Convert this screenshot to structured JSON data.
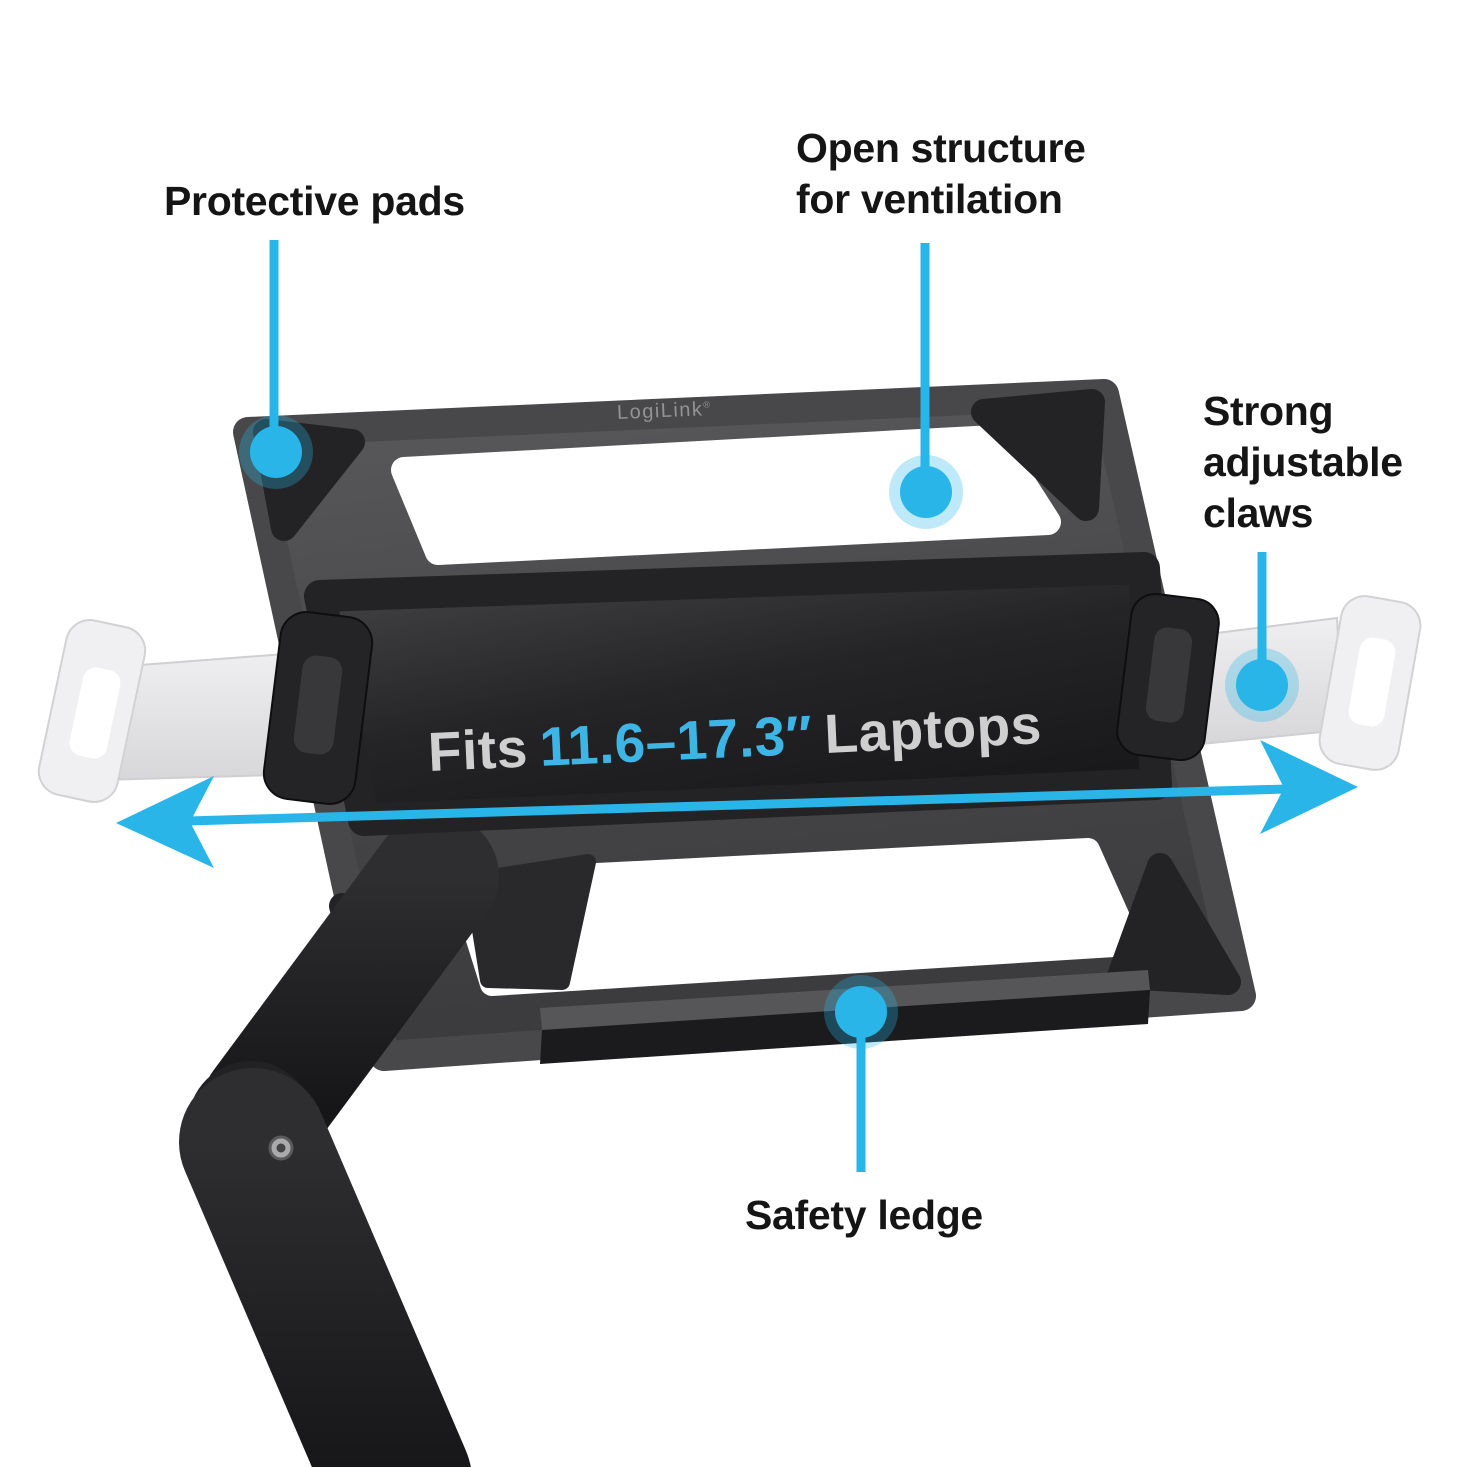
{
  "product": {
    "brand": "LogiLink",
    "brand_reg": "®",
    "fit_prefix": "Fits",
    "fit_range": "11.6–17.3″",
    "fit_suffix": "Laptops"
  },
  "callouts": {
    "protective_pads": "Protective pads",
    "open_structure": "Open structure\nfor ventilation",
    "strong_claws": "Strong\nadjustable\nclaws",
    "safety_ledge": "Safety ledge"
  },
  "markers": {
    "callout_dot": "filled-circle-with-halo",
    "range_arrow": "double-headed-arrow"
  },
  "colors": {
    "accent_blue": "#29b5e8",
    "label_text": "#151515",
    "fit_text_gray": "#cfcfcf",
    "fit_text_blue": "#3db6e6",
    "plate_dark": "#3e3e40",
    "front_plate_dark": "#1d1d1f",
    "ghost_claw_gray": "#ededef"
  }
}
